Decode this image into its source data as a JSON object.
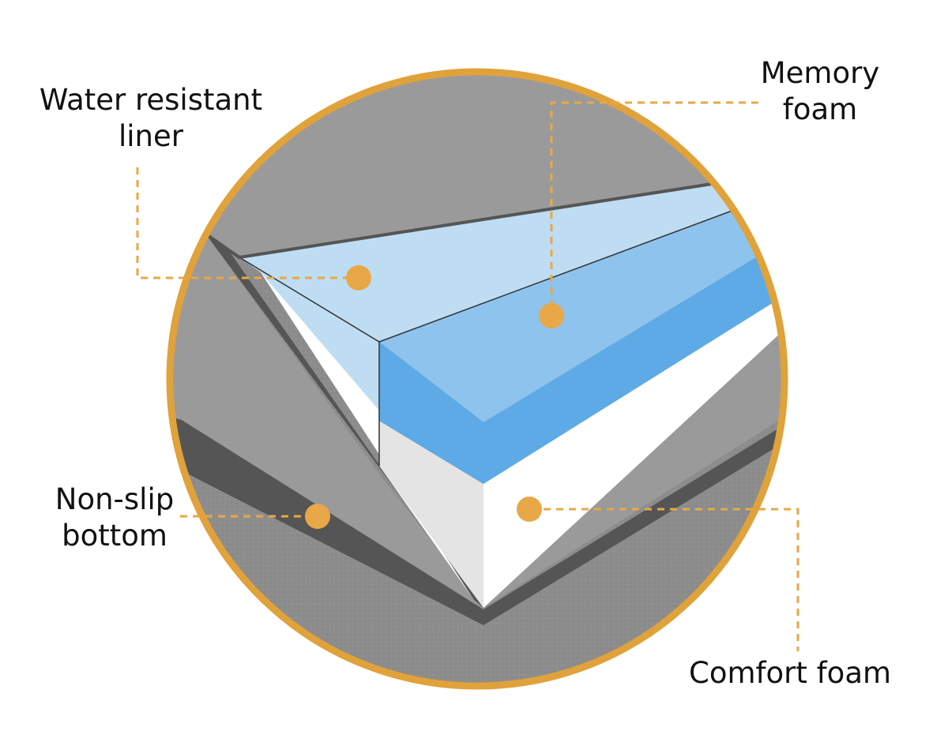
{
  "colors": {
    "ring": "#E0A23B",
    "marker": "#E8A847",
    "cover": "#8A8A8A",
    "cover_light": "#9A9A9A",
    "cover_edge": "#555555",
    "liner": "#BEDDF3",
    "memory_foam": "#5DAAE6",
    "memory_foam_top": "#8EC3EE",
    "comfort_foam": "#FFFFFF",
    "comfort_foam_shade": "#E4E4E4",
    "text": "#111111"
  },
  "labels": {
    "water_resistant_liner": [
      "Water resistant",
      "liner"
    ],
    "memory_foam": [
      "Memory",
      "foam"
    ],
    "non_slip_bottom": [
      "Non-slip",
      "bottom"
    ],
    "comfort_foam": [
      "Comfort foam"
    ]
  }
}
